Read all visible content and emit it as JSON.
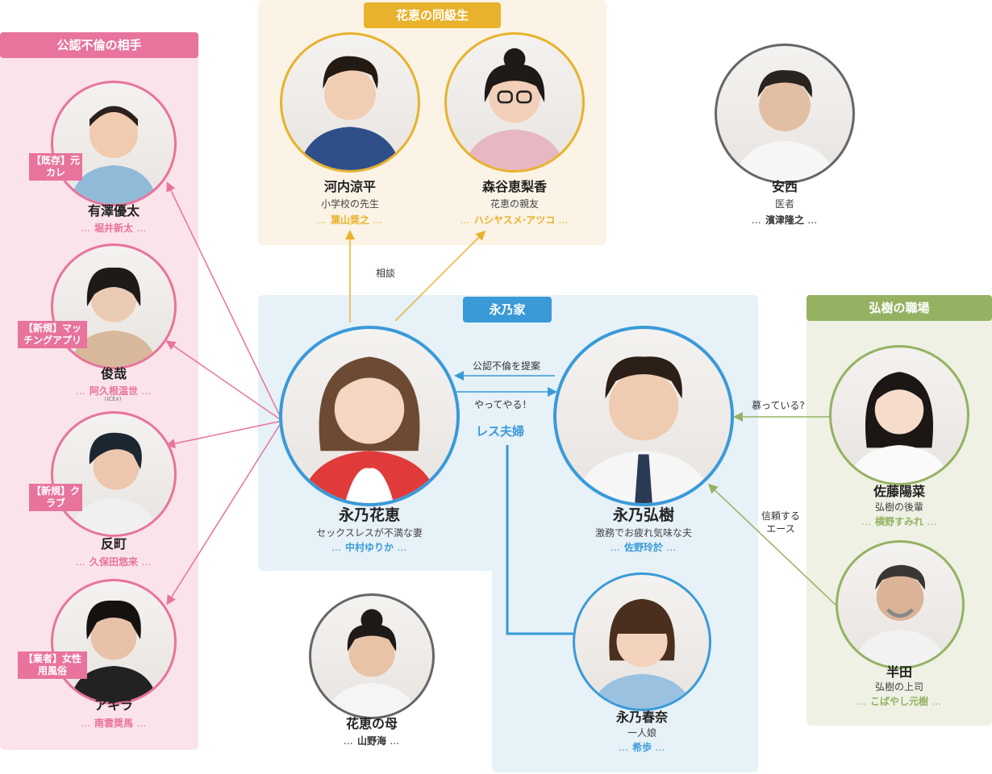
{
  "colors": {
    "pink": "#e8739c",
    "pink_bg": "#fbe3ea",
    "yellow": "#e8b22c",
    "yellow_bg": "#fbf3e6",
    "blue": "#3a9ad8",
    "blue_bg": "#e6f1f8",
    "green": "#94b262",
    "green_bg": "#eef1e4",
    "gray": "#666666"
  },
  "panels": {
    "affair": "公認不倫の相手",
    "classmates": "花恵の同級生",
    "family": "永乃家",
    "workplace": "弘樹の職場"
  },
  "characters": {
    "arisawa": {
      "name": "有澤優太",
      "actor": "堀井新太",
      "tag": "【既存】元カレ"
    },
    "shunya": {
      "name": "俊哉",
      "actor": "阿久根温世",
      "actor_sub": "(ICEx)",
      "tag": "【新規】マッチングアプリ"
    },
    "sorimachi": {
      "name": "反町",
      "actor": "久保田悠来",
      "tag": "【新規】クラブ"
    },
    "akira": {
      "name": "アキラ",
      "actor": "南雲奨馬",
      "tag": "【業者】女性用風俗"
    },
    "kawauchi": {
      "name": "河内涼平",
      "role": "小学校の先生",
      "actor": "葉山奨之"
    },
    "moriya": {
      "name": "森谷恵梨香",
      "role": "花恵の親友",
      "actor": "ハシヤスメ·アツコ"
    },
    "anzai": {
      "name": "安西",
      "role": "医者",
      "actor": "濱津隆之"
    },
    "hanae": {
      "name": "永乃花恵",
      "role": "セックスレスが不満な妻",
      "actor": "中村ゆりか"
    },
    "hiroki": {
      "name": "永乃弘樹",
      "role": "激務でお疲れ気味な夫",
      "actor": "佐野玲於"
    },
    "sato": {
      "name": "佐藤陽菜",
      "role": "弘樹の後輩",
      "actor": "横野すみれ"
    },
    "handa": {
      "name": "半田",
      "role": "弘樹の上司",
      "actor": "こばやし元樹"
    },
    "mother": {
      "name": "花恵の母",
      "actor": "山野海"
    },
    "haruna": {
      "name": "永乃春奈",
      "role": "一人娘",
      "actor": "希歩"
    }
  },
  "relations": {
    "consult": "相談",
    "propose": "公認不倫を提案",
    "accept": "やってやる！",
    "sexless": "レス夫婦",
    "admire": "慕っている?",
    "trust": "信頼する\nエース"
  },
  "dots": "…"
}
